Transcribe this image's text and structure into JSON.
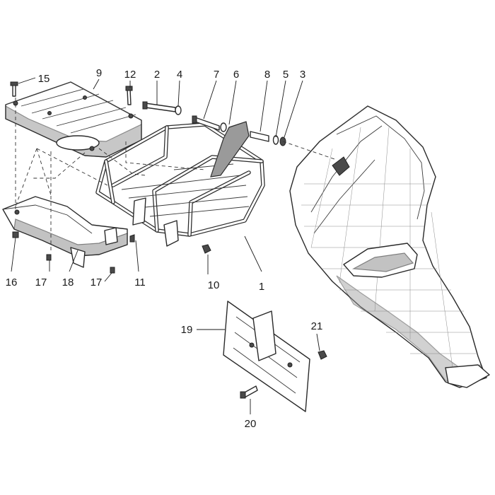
{
  "callouts": [
    {
      "id": "c1",
      "text": "1"
    },
    {
      "id": "c2",
      "text": "2"
    },
    {
      "id": "c3",
      "text": "3"
    },
    {
      "id": "c4",
      "text": "4"
    },
    {
      "id": "c5",
      "text": "5"
    },
    {
      "id": "c6",
      "text": "6"
    },
    {
      "id": "c7",
      "text": "7"
    },
    {
      "id": "c8",
      "text": "8"
    },
    {
      "id": "c9",
      "text": "9"
    },
    {
      "id": "c10",
      "text": "10"
    },
    {
      "id": "c11",
      "text": "11"
    },
    {
      "id": "c12",
      "text": "12"
    },
    {
      "id": "c15",
      "text": "15"
    },
    {
      "id": "c16",
      "text": "16"
    },
    {
      "id": "c17a",
      "text": "17"
    },
    {
      "id": "c17b",
      "text": "17"
    },
    {
      "id": "c18",
      "text": "18"
    },
    {
      "id": "c19",
      "text": "19"
    },
    {
      "id": "c20",
      "text": "20"
    },
    {
      "id": "c21",
      "text": "21"
    }
  ],
  "colors": {
    "line": "#2a2a2a",
    "shade": "#9a9a9a",
    "background": "#ffffff"
  }
}
